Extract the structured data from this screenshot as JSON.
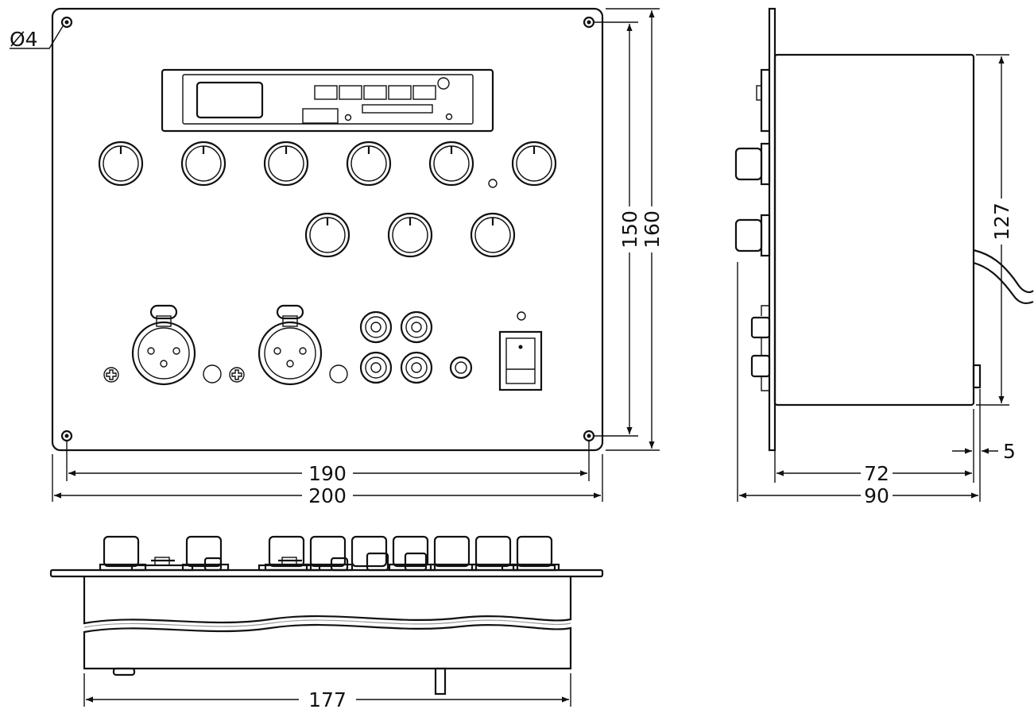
{
  "dimensions": {
    "hole_diameter": "Ø4",
    "front_hole_spacing_width": "190",
    "front_overall_width": "200",
    "front_hole_spacing_height": "150",
    "front_overall_height": "160",
    "side_body_height": "127",
    "side_panel_offset": "5",
    "side_body_depth": "72",
    "side_overall_depth": "90",
    "bottom_body_width": "177"
  }
}
